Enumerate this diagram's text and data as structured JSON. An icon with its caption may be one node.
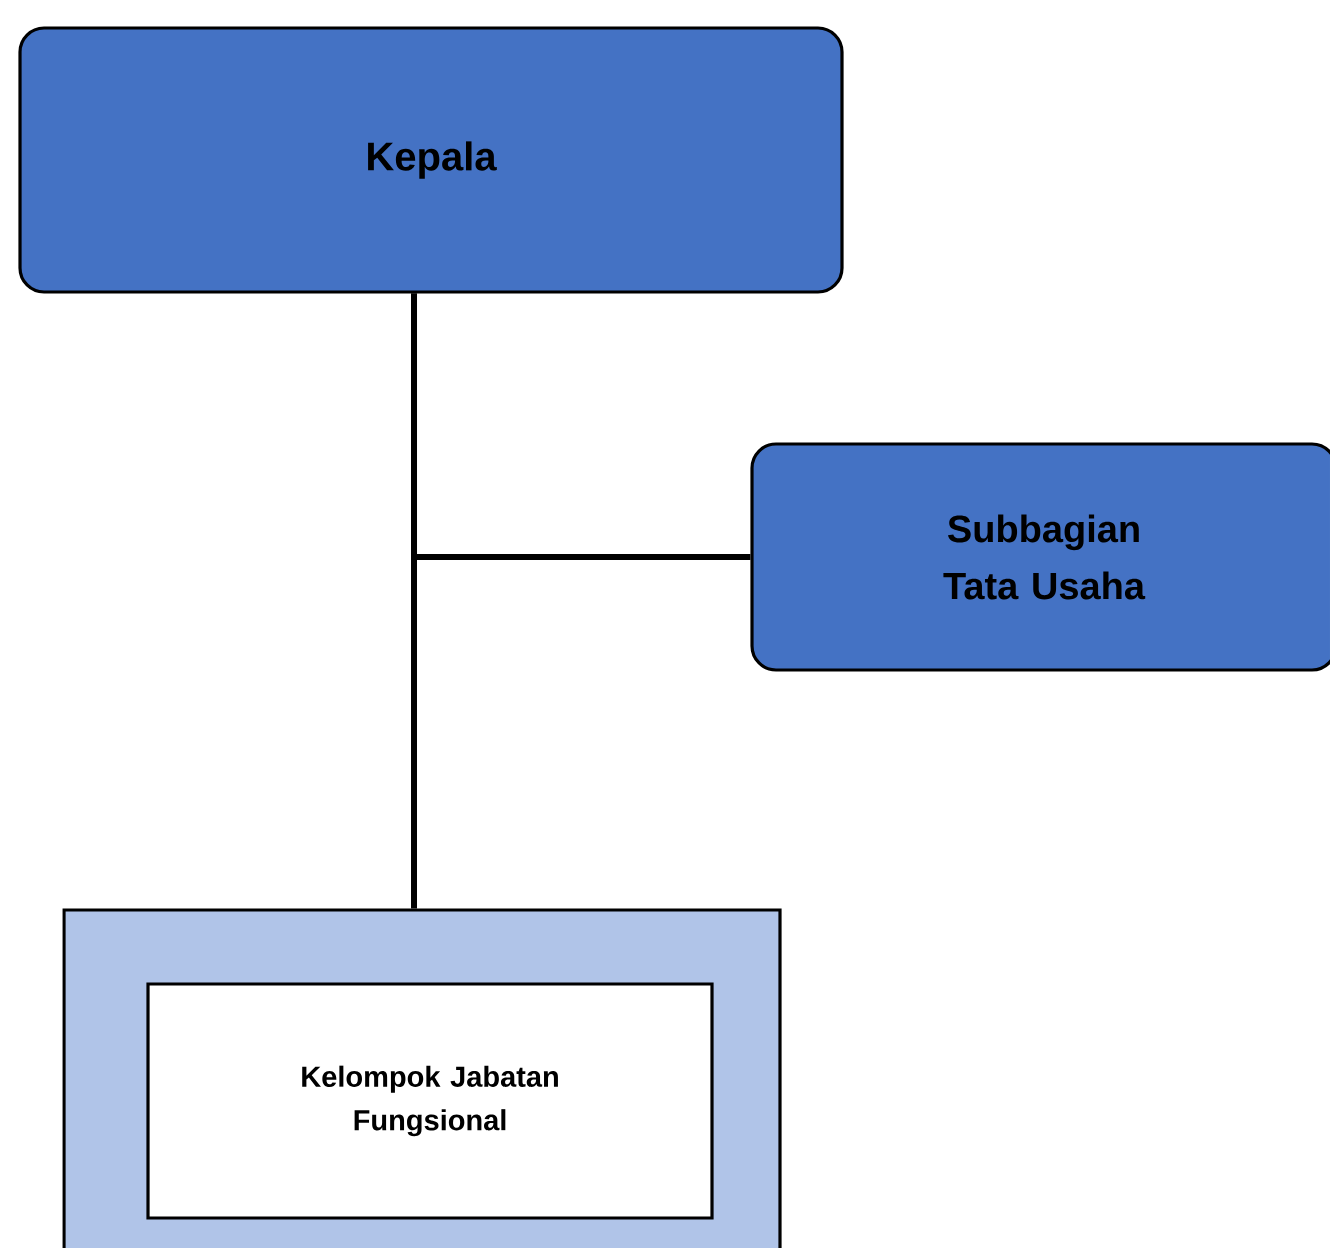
{
  "diagram": {
    "nodes": [
      {
        "text": [
          "Kepala"
        ]
      },
      {
        "text": [
          "Subbagian Tata Usaha"
        ]
      },
      {
        "text": [],
        "shape": "box"
      },
      {
        "text": [
          "Kelompok Jabatan Fungsional"
        ],
        "in": 2
      }
    ],
    "edges": [
      {
        "from": 0,
        "to": 1,
        "arrow": "none"
      },
      {
        "from": 0,
        "to": 2,
        "arrow": "none"
      }
    ]
  }
}
